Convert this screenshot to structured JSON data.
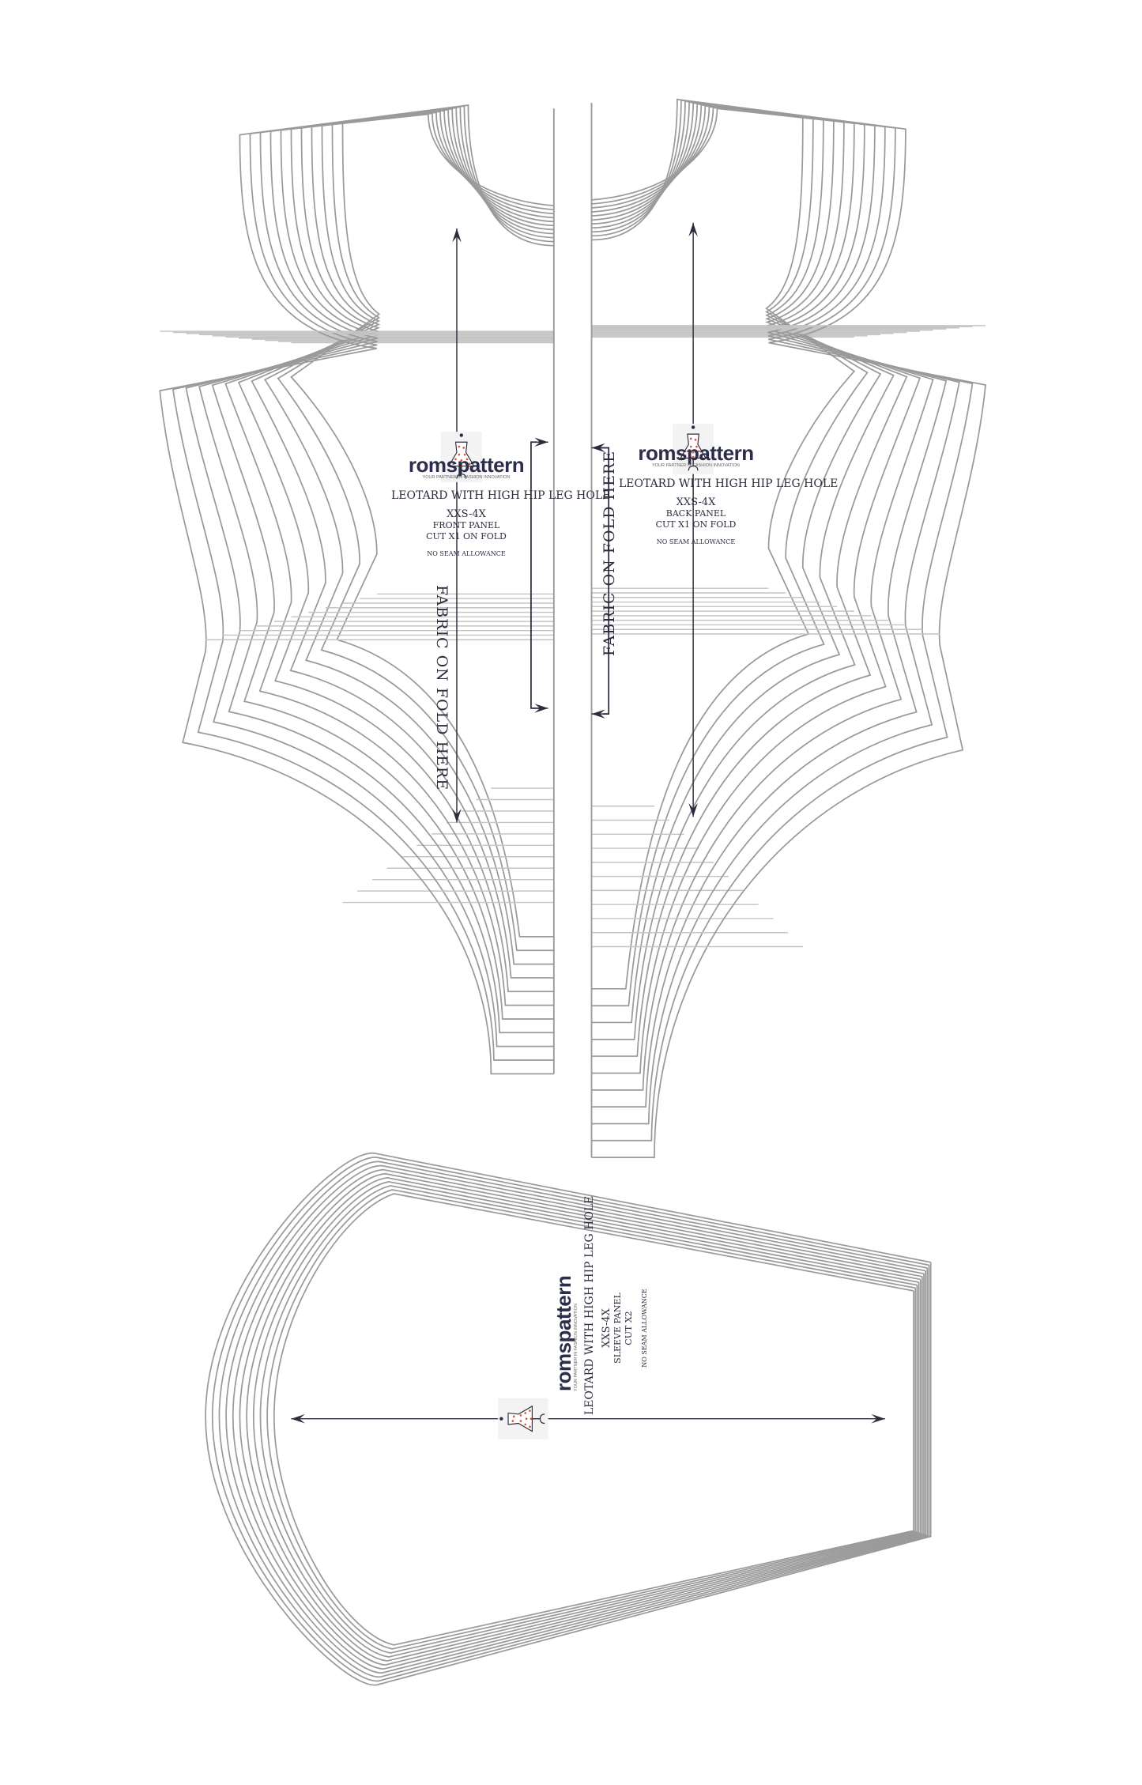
{
  "brand": {
    "name": "romspattern",
    "tagline": "YOUR PARTNER IN FASHION INNOVATION"
  },
  "front_panel": {
    "title": "LEOTARD WITH HIGH HIP LEG HOLE",
    "sizes": "XXS-4X",
    "piece": "FRONT PANEL",
    "cut": "CUT X1 ON FOLD",
    "note": "NO SEAM ALLOWANCE",
    "fold_label": "FABRIC ON FOLD HERE"
  },
  "back_panel": {
    "title": "LEOTARD WITH HIGH HIP LEG HOLE",
    "sizes": "XXS-4X",
    "piece": "BACK PANEL",
    "cut": "CUT X1 ON FOLD",
    "note": "NO SEAM ALLOWANCE",
    "fold_label": "FABRIC ON FOLD HERE"
  },
  "sleeve_panel": {
    "title": "LEOTARD WITH HIGH HIP LEG HOLE",
    "sizes": "XXS-4X",
    "piece": "SLEEVE PANEL",
    "cut": "CUT X2",
    "note": "NO SEAM ALLOWANCE"
  },
  "colors": {
    "outline": "#9a9a9a",
    "marks": "#2b2d3f",
    "logo_dots": "#e0502a"
  }
}
